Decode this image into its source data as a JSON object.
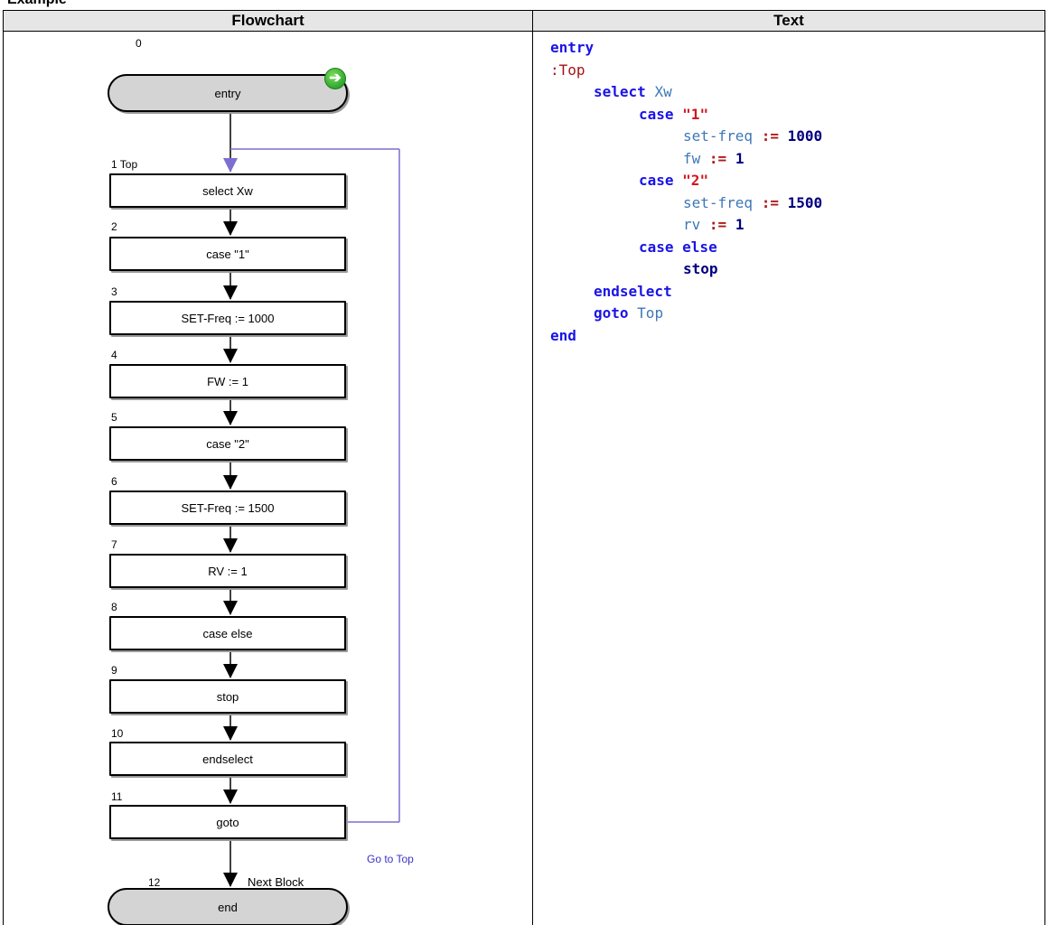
{
  "caption": "Example",
  "table": {
    "col_flowchart": "Flowchart",
    "col_text": "Text"
  },
  "flowchart": {
    "blocks": [
      {
        "num": "0",
        "label": "entry"
      },
      {
        "num": "1 Top",
        "label": "select Xw"
      },
      {
        "num": "2",
        "label": "case \"1\""
      },
      {
        "num": "3",
        "label": "SET-Freq := 1000"
      },
      {
        "num": "4",
        "label": "FW := 1"
      },
      {
        "num": "5",
        "label": "case \"2\""
      },
      {
        "num": "6",
        "label": "SET-Freq := 1500"
      },
      {
        "num": "7",
        "label": "RV := 1"
      },
      {
        "num": "8",
        "label": "case else"
      },
      {
        "num": "9",
        "label": "stop"
      },
      {
        "num": "10",
        "label": "endselect"
      },
      {
        "num": "11",
        "label": "goto"
      },
      {
        "num": "12",
        "label": "end"
      }
    ],
    "goto_label": "Go to Top",
    "next_label": "Next Block",
    "start_icon": "green-arrow-start-icon",
    "colors": {
      "loop_line": "#7b6fd0",
      "goto_label": "#3a32c8",
      "terminal_fill": "#d4d4d4"
    }
  },
  "code": {
    "l1": "entry",
    "l2": ":Top",
    "l3_kw": "select",
    "l3_var": "Xw",
    "l4_kw": "case",
    "l4_str": "\"1\"",
    "l5_var": "set-freq",
    "l5_op": ":=",
    "l5_num": "1000",
    "l6_var": "fw",
    "l6_op": ":=",
    "l6_num": "1",
    "l7_kw": "case",
    "l7_str": "\"2\"",
    "l8_var": "set-freq",
    "l8_op": ":=",
    "l8_num": "1500",
    "l9_var": "rv",
    "l9_op": ":=",
    "l9_num": "1",
    "l10": "case else",
    "l11": "stop",
    "l12": "endselect",
    "l13_kw": "goto",
    "l13_var": "Top",
    "l14": "end"
  }
}
